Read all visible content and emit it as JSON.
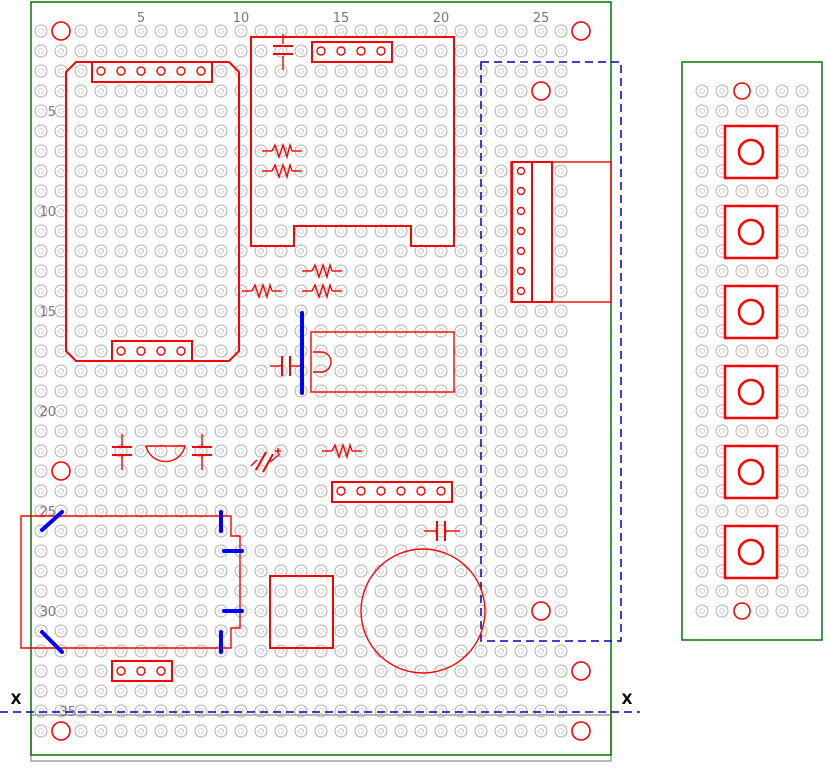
{
  "diagram": {
    "column_labels": [
      "5",
      "10",
      "15",
      "20",
      "25"
    ],
    "row_labels": [
      "5",
      "10",
      "15",
      "20",
      "25",
      "30",
      "35"
    ],
    "cut_line_labels": [
      "X",
      "X"
    ]
  },
  "colors": {
    "board_outline": "#007700",
    "component": "#ff0000",
    "jumper": "#0000ff",
    "enclosure_dashed": "#0000bb",
    "pad": "#b0b0b0"
  }
}
